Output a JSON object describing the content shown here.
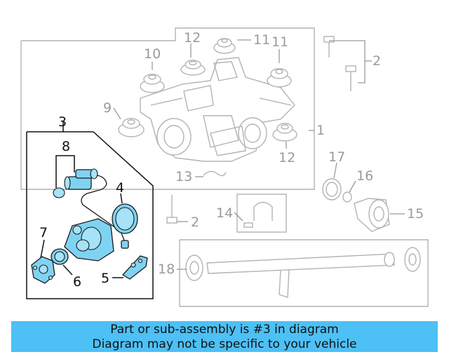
{
  "callouts": {
    "c1": "1",
    "c2a": "2",
    "c2b": "2",
    "c3": "3",
    "c4": "4",
    "c5": "5",
    "c6": "6",
    "c7": "7",
    "c8": "8",
    "c9": "9",
    "c10": "10",
    "c11a": "11",
    "c11b": "11",
    "c12a": "12",
    "c12b": "12",
    "c13": "13",
    "c14": "14",
    "c15": "15",
    "c16": "16",
    "c17": "17",
    "c18": "18"
  },
  "highlighted_part": "3",
  "colors": {
    "highlight": "#7fd3f2",
    "banner": "#4dc0f5",
    "faint_lines": "#b3b3b3",
    "callout_gray": "#9a9a9a"
  },
  "notice": {
    "line1": "Part or sub-assembly is #3 in diagram",
    "line2": "Diagram may not be specific to your vehicle"
  }
}
